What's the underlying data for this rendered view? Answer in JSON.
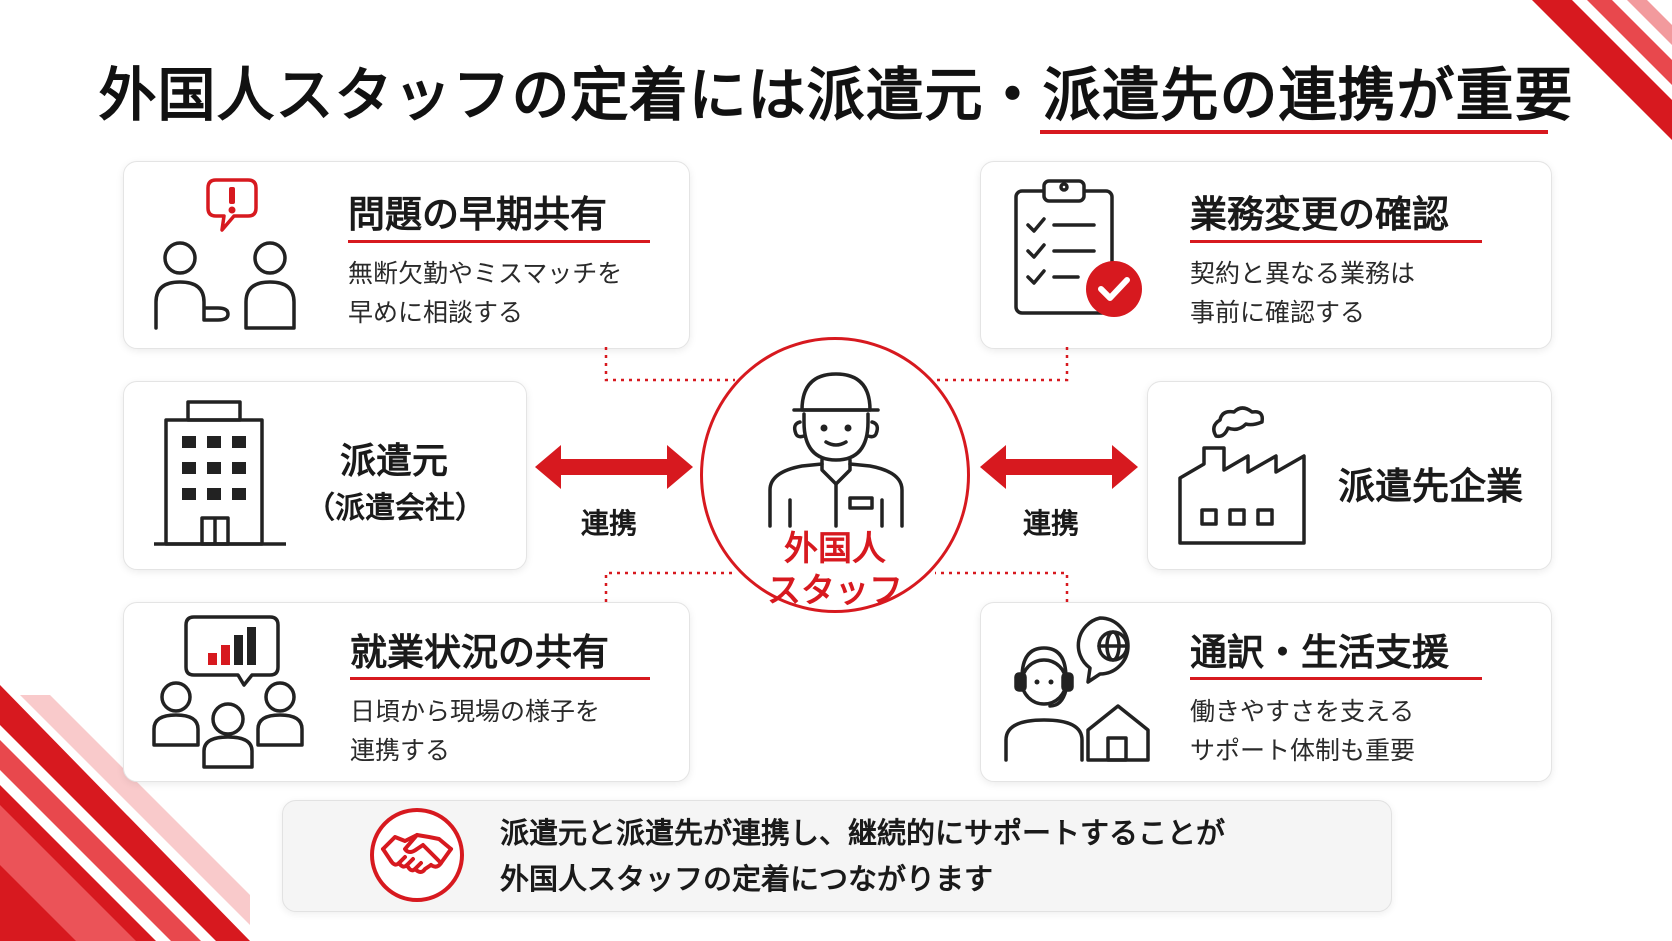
{
  "title": "外国人スタッフの定着には派遣元・派遣先の連携が重要",
  "colors": {
    "accent": "#d7191f",
    "text": "#1a1a1a",
    "card_border": "#e4e4e4"
  },
  "cards": {
    "problem_sharing": {
      "title": "問題の早期共有",
      "lines": [
        "無断欠勤やミスマッチを",
        "早めに相談する"
      ],
      "icon": "two-people-consulting-alert-icon"
    },
    "task_change": {
      "title": "業務変更の確認",
      "lines": [
        "契約と異なる業務は",
        "事前に確認する"
      ],
      "icon": "clipboard-checklist-icon"
    },
    "work_status": {
      "title": "就業状況の共有",
      "lines": [
        "日頃から現場の様子を",
        "連携する"
      ],
      "icon": "group-chart-chat-icon"
    },
    "interpretation": {
      "title": "通訳・生活支援",
      "lines": [
        "働きやすさを支える",
        "サポート体制も重要"
      ],
      "icon": "support-headset-globe-home-icon"
    }
  },
  "dispatch_source": {
    "line1": "派遣元",
    "line2": "（派遣会社）",
    "icon": "office-building-icon"
  },
  "dispatch_destination": {
    "label": "派遣先企業",
    "icon": "factory-icon"
  },
  "links": {
    "left_label": "連携",
    "right_label": "連携"
  },
  "staff": {
    "line1": "外国人",
    "line2": "スタッフ",
    "icon": "worker-cap-icon"
  },
  "summary": {
    "line1": "派遣元と派遣先が連携し、継続的にサポートすることが",
    "line2": "外国人スタッフの定着につながります",
    "icon": "handshake-icon"
  }
}
